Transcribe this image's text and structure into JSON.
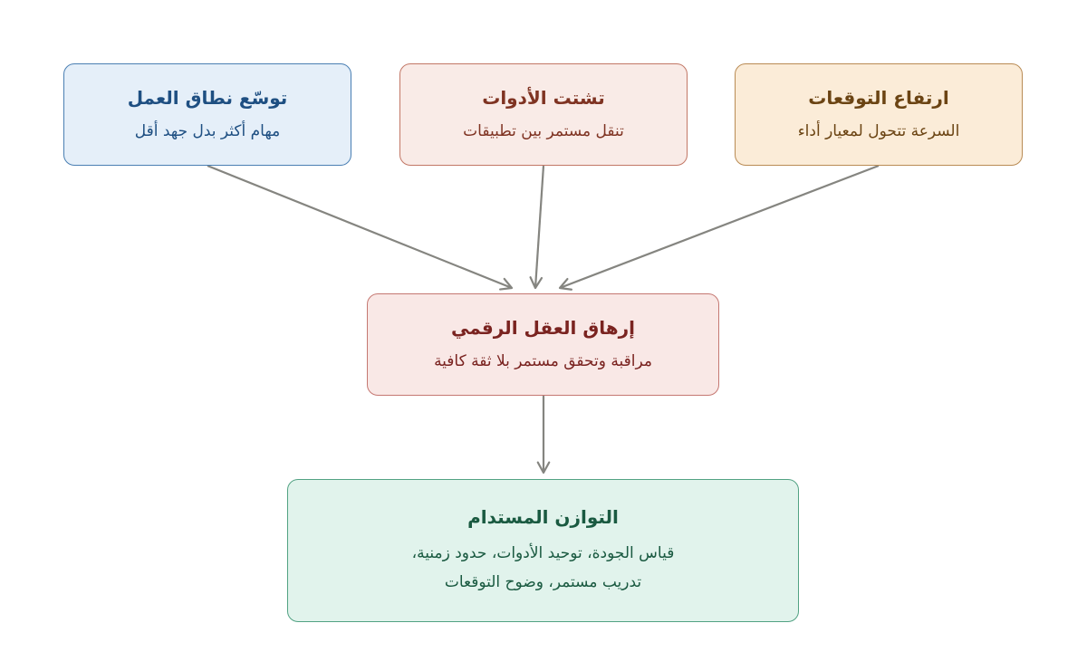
{
  "diagram": {
    "nodes": {
      "scope": {
        "title": "توسّع نطاق العمل",
        "subtitle": "مهام أكثر بدل جهد أقل"
      },
      "tools": {
        "title": "تشتت الأدوات",
        "subtitle": "تنقل مستمر بين تطبيقات"
      },
      "expectations": {
        "title": "ارتفاع التوقعات",
        "subtitle": "السرعة تتحول لمعيار أداء"
      },
      "strain": {
        "title": "إرهاق العقل الرقمي",
        "subtitle": "مراقبة وتحقق مستمر بلا ثقة كافية"
      },
      "balance": {
        "title": "التوازن المستدام",
        "subtitle_lines": [
          "قياس الجودة، توحيد الأدوات، حدود زمنية،",
          "تدريب مستمر، وضوح التوقعات"
        ]
      }
    },
    "edges": [
      {
        "from": "scope",
        "to": "strain"
      },
      {
        "from": "tools",
        "to": "strain"
      },
      {
        "from": "expectations",
        "to": "strain"
      },
      {
        "from": "strain",
        "to": "balance"
      }
    ],
    "colors": {
      "arrow": "#858580",
      "scope": "#1e4f82",
      "tools": "#7f3322",
      "expectations": "#6b4413",
      "strain": "#7a2320",
      "balance": "#1a5a41"
    }
  }
}
